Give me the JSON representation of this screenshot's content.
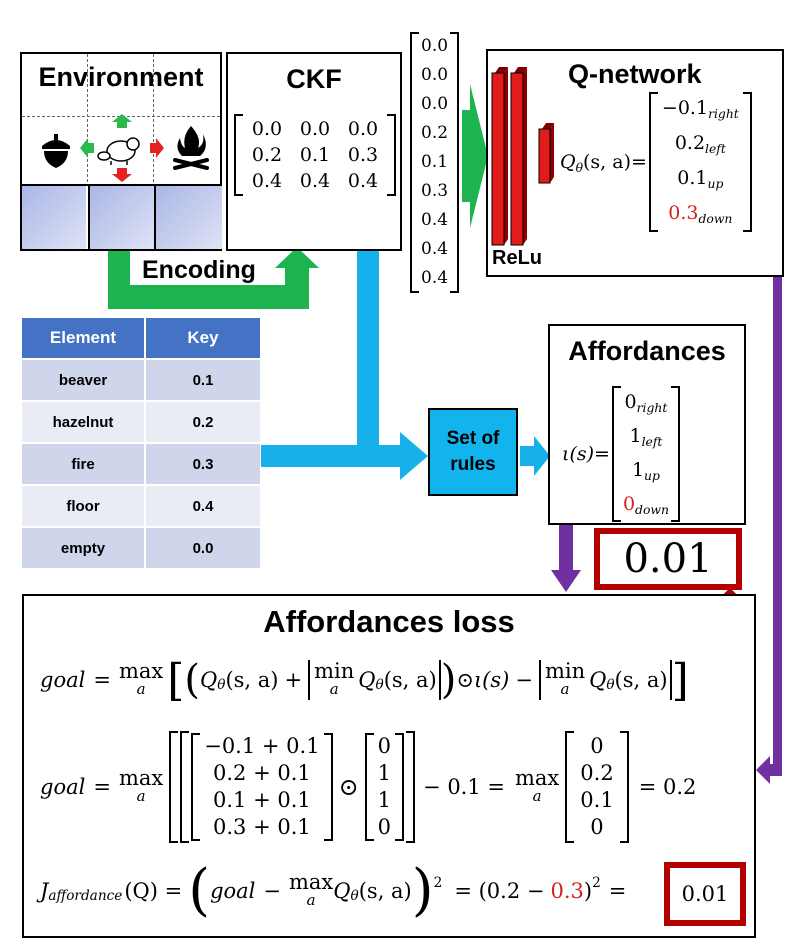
{
  "environment": {
    "title": "Environment",
    "icons": [
      "acorn-icon",
      "beaver-icon",
      "fire-icon"
    ],
    "arrow_colors": {
      "up": "#2db84d",
      "left": "#2db84d",
      "right": "#e62020",
      "down": "#e62020"
    }
  },
  "ckf": {
    "title": "CKF",
    "matrix": [
      [
        "0.0",
        "0.0",
        "0.0"
      ],
      [
        "0.2",
        "0.1",
        "0.3"
      ],
      [
        "0.4",
        "0.4",
        "0.4"
      ]
    ]
  },
  "flat_vector": [
    "0.0",
    "0.0",
    "0.0",
    "0.2",
    "0.1",
    "0.3",
    "0.4",
    "0.4",
    "0.4"
  ],
  "encoding_label": "Encoding",
  "qnetwork": {
    "title": "Q-network",
    "relu_label": "ReLu",
    "q_lhs": "Q",
    "q_theta": "θ",
    "q_args": "(s, a)=",
    "values": [
      {
        "value": "−0.1",
        "sub": "right",
        "highlight": false
      },
      {
        "value": "0.2",
        "sub": "left",
        "highlight": false
      },
      {
        "value": "0.1",
        "sub": "up",
        "highlight": false
      },
      {
        "value": "0.3",
        "sub": "down",
        "highlight": true
      }
    ]
  },
  "key_table": {
    "headers": [
      "Element",
      "Key"
    ],
    "rows": [
      {
        "element": "beaver",
        "key": "0.1"
      },
      {
        "element": "hazelnut",
        "key": "0.2"
      },
      {
        "element": "fire",
        "key": "0.3"
      },
      {
        "element": "floor",
        "key": "0.4"
      },
      {
        "element": "empty",
        "key": "0.0"
      }
    ]
  },
  "rules": {
    "label_line1": "Set of",
    "label_line2": "rules"
  },
  "affordances": {
    "title": "Affordances",
    "lhs": "ι(s)=",
    "values": [
      {
        "value": "0",
        "sub": "right",
        "highlight": false
      },
      {
        "value": "1",
        "sub": "left",
        "highlight": false
      },
      {
        "value": "1",
        "sub": "up",
        "highlight": false
      },
      {
        "value": "0",
        "sub": "down",
        "highlight": true
      }
    ]
  },
  "result_box": {
    "value": "0.01"
  },
  "loss": {
    "title": "Affordances loss",
    "eq1": {
      "goal": "goal",
      "eq": "=",
      "max": "max",
      "under": "a",
      "q": "Q",
      "theta": "θ",
      "args": "(s, a)",
      "plus": "+",
      "min": "min",
      "odot": "⊙ι(s)",
      "minus": "−"
    },
    "eq2": {
      "goal": "goal",
      "eq": "=",
      "max": "max",
      "under": "a",
      "sum_col": [
        "−0.1 + 0.1",
        "0.2 + 0.1",
        "0.1 + 0.1",
        "0.3 + 0.1"
      ],
      "odot": "⊙",
      "iota_col": [
        "0",
        "1",
        "1",
        "0"
      ],
      "minus": "− 0.1 =",
      "res_col": [
        "0",
        "0.2",
        "0.1",
        "0"
      ],
      "result": "= 0.2"
    },
    "eq3": {
      "j": "J",
      "j_sub": "affordance",
      "j_arg": "(Q) =",
      "goal": "goal",
      "minus": "−",
      "max": "max",
      "under": "a",
      "q": "Q",
      "theta": "θ",
      "args": "(s, a)",
      "sq": "2",
      "rhs_pre": "= (0.2 −",
      "rhs_red": "0.3",
      "rhs_post": ")",
      "rhs_sq": "2",
      "rhs_eq": "=",
      "final": "0.01"
    }
  },
  "colors": {
    "green_arrow": "#1db34f",
    "blue_arrow": "#17b0ea",
    "purple_arrow": "#7030a0",
    "dark_red": "#b30000",
    "red_bar": "#e31b1b",
    "rules_fill": "#12b4ee",
    "header_blue": "#4472c4"
  }
}
